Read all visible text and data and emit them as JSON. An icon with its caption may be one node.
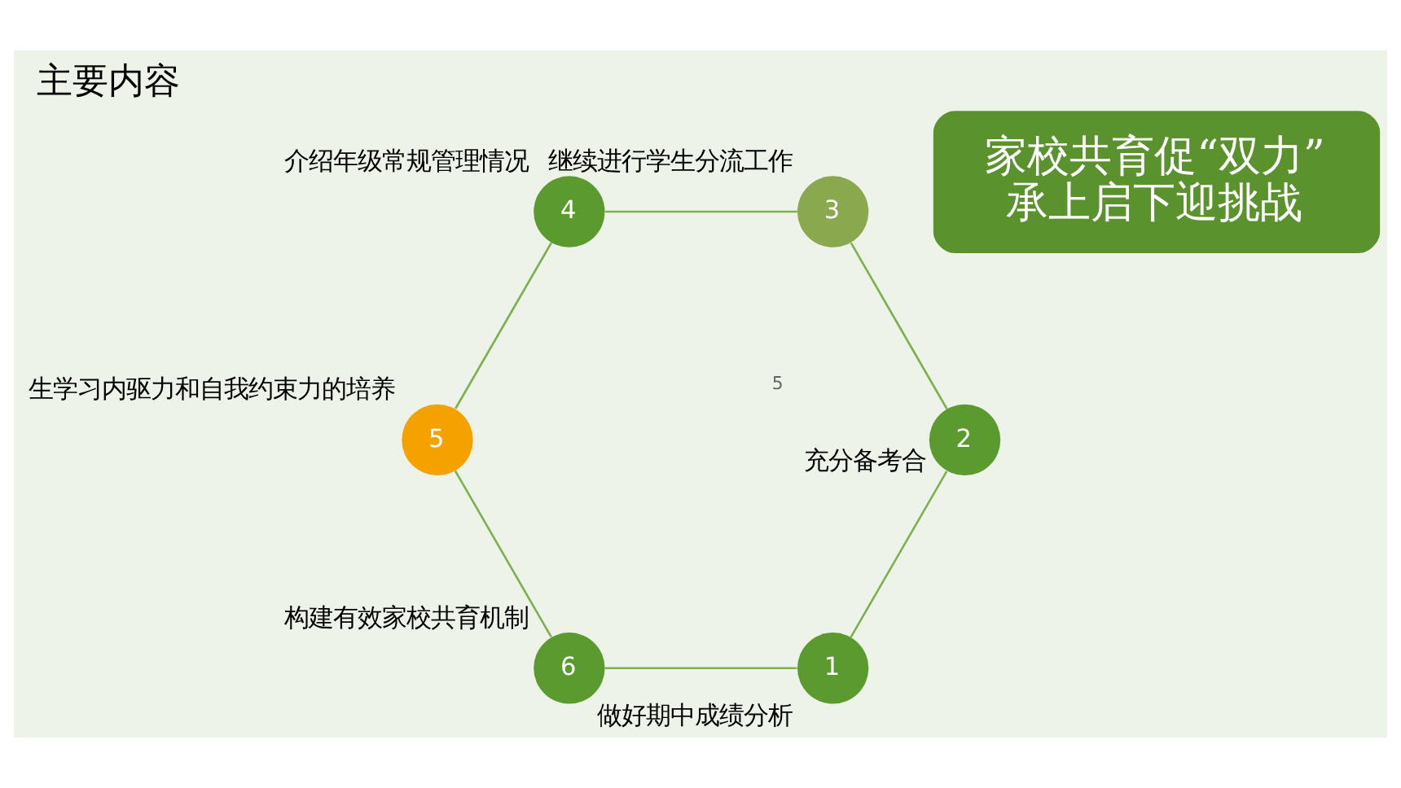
{
  "diagram": {
    "title": "主要内容",
    "nodes": [
      {
        "text": [
          "1"
        ],
        "beside": [
          "做好期中成绩分析"
        ]
      },
      {
        "text": [
          "6"
        ],
        "beside": [
          "构建有效家校共育机制"
        ]
      },
      {
        "text": [
          "5"
        ],
        "beside": [
          "生学习内驱力和自我约束力的培养"
        ]
      },
      {
        "text": [
          "4"
        ],
        "beside": [
          "介绍年级常规管理情况"
        ]
      },
      {
        "text": [
          "3"
        ],
        "beside": [
          "继续进行学生分流工作"
        ]
      },
      {
        "text": [
          "2"
        ],
        "beside": [
          "充分备考合"
        ]
      },
      {
        "text": [
          "家校共育促“双力”",
          "承上启下迎挑战"
        ]
      }
    ],
    "edges": [
      {
        "from": 0,
        "to": 1,
        "arrow": "none"
      },
      {
        "from": 1,
        "to": 2,
        "arrow": "none"
      },
      {
        "from": 2,
        "to": 3,
        "arrow": "none"
      },
      {
        "from": 3,
        "to": 4,
        "arrow": "none"
      },
      {
        "from": 4,
        "to": 5,
        "arrow": "none"
      },
      {
        "from": 5,
        "to": 0,
        "arrow": "none"
      }
    ],
    "labels": [
      "5"
    ]
  }
}
